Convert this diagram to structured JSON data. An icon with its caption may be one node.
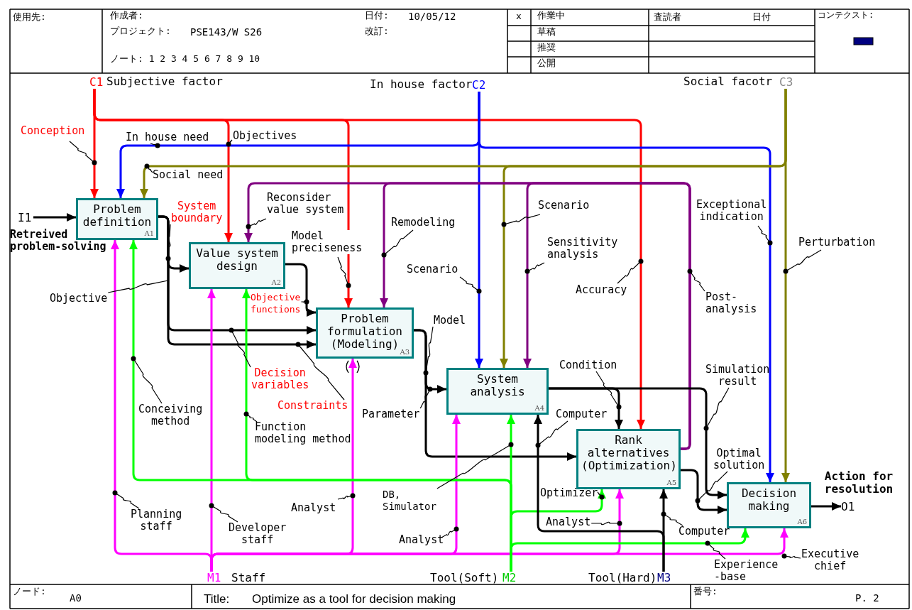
{
  "diagram": {
    "title": "Optimize as a tool for decision making",
    "nodes": [
      {
        "text": [
          "Problem definition",
          "A1"
        ]
      },
      {
        "text": [
          "Value system design",
          "A2"
        ]
      },
      {
        "text": [
          "Problem formulation (Modeling)",
          "A3"
        ]
      },
      {
        "text": [
          "System analysis",
          "A4"
        ]
      },
      {
        "text": [
          "Rank alternatives (Optimization)",
          "A5"
        ]
      },
      {
        "text": [
          "Decision making",
          "A6"
        ]
      },
      {
        "text": [
          "C1"
        ],
        "beside": [
          "Subjective factor"
        ]
      },
      {
        "text": [
          "C2"
        ],
        "beside": [
          "In house factor"
        ]
      },
      {
        "text": [
          "C3"
        ],
        "beside": [
          "Social facotr"
        ]
      },
      {
        "text": [
          "I1"
        ]
      },
      {
        "text": [
          "M1"
        ],
        "beside": [
          "Staff"
        ]
      },
      {
        "text": [
          "M2"
        ],
        "beside": [
          "Tool(Soft)"
        ]
      },
      {
        "text": [
          "M3"
        ],
        "beside": [
          "Tool(Hard)"
        ]
      },
      {
        "text": [
          "O1"
        ],
        "beside": [
          "Action for resolution"
        ]
      },
      {
        "text": [
          "System boundary"
        ]
      },
      {
        "text": [
          "Model"
        ]
      },
      {
        "text": [
          "Post-analysis"
        ]
      },
      {
        "text": [
          "Objective"
        ]
      },
      {
        "text": [
          "Decision variables"
        ]
      },
      {
        "text": [
          "Constraints"
        ]
      },
      {
        "text": [
          "Objective functions"
        ]
      },
      {
        "text": [
          "Parameter"
        ]
      },
      {
        "text": [
          "Analyst"
        ]
      },
      {
        "text": [
          "DB, Simulator"
        ]
      }
    ],
    "edges": [
      {
        "from": 6,
        "to": 0,
        "arrow": "to",
        "label": "Conception",
        "color": "#ff0000"
      },
      {
        "from": 6,
        "to": 1,
        "arrow": "to",
        "label": "Objectives",
        "color": "#ff0000"
      },
      {
        "from": 6,
        "to": 2,
        "arrow": "to",
        "label": "Model preciseness",
        "color": "#ff0000"
      },
      {
        "from": 6,
        "to": 4,
        "arrow": "to",
        "label": "Accuracy",
        "color": "#ff0000"
      },
      {
        "from": 7,
        "to": 0,
        "arrow": "to",
        "label": "In house need",
        "color": "#0000ff"
      },
      {
        "from": 7,
        "to": 3,
        "arrow": "to",
        "label": "Scenario",
        "color": "#0000ff"
      },
      {
        "from": 7,
        "to": 5,
        "arrow": "to",
        "label": "Exceptional indication",
        "color": "#0000ff"
      },
      {
        "from": 8,
        "to": 0,
        "arrow": "to",
        "label": "Social need",
        "color": "#808000"
      },
      {
        "from": 8,
        "to": 3,
        "arrow": "to",
        "label": "Scenario",
        "color": "#808000"
      },
      {
        "from": 8,
        "to": 5,
        "arrow": "to",
        "label": "Perturbation",
        "color": "#808000"
      },
      {
        "from": 4,
        "to": 1,
        "arrow": "to",
        "label": "Reconsider value system",
        "color": "#800080"
      },
      {
        "from": 4,
        "to": 2,
        "arrow": "to",
        "label": "Remodeling",
        "color": "#800080"
      },
      {
        "from": 4,
        "to": 3,
        "arrow": "to",
        "label": "Sensitivity analysis",
        "color": "#800080"
      },
      {
        "from": 9,
        "to": 0,
        "arrow": "to"
      },
      {
        "from": 0,
        "to": 1,
        "arrow": "to"
      },
      {
        "from": 0,
        "to": 2,
        "arrow": "to"
      },
      {
        "from": 0,
        "to": 2,
        "arrow": "to"
      },
      {
        "from": 1,
        "to": 2,
        "arrow": "to"
      },
      {
        "from": 2,
        "to": 3,
        "arrow": "to"
      },
      {
        "from": 2,
        "to": 4,
        "arrow": "to"
      },
      {
        "from": 3,
        "to": 4,
        "arrow": "to",
        "label": "Condition"
      },
      {
        "from": 3,
        "to": 5,
        "arrow": "to",
        "label": "Simulation result"
      },
      {
        "from": 4,
        "to": 5,
        "arrow": "to",
        "label": "Optimal solution"
      },
      {
        "from": 5,
        "to": 13,
        "arrow": "to"
      },
      {
        "from": 10,
        "to": 0,
        "arrow": "to",
        "label": "Planning staff",
        "color": "#ff00ff"
      },
      {
        "from": 10,
        "to": 1,
        "arrow": "to",
        "label": "Developer staff",
        "color": "#ff00ff"
      },
      {
        "from": 10,
        "to": 2,
        "arrow": "to",
        "label": "Analyst",
        "color": "#ff00ff"
      },
      {
        "from": 10,
        "to": 3,
        "arrow": "to",
        "label": "Analyst",
        "color": "#ff00ff"
      },
      {
        "from": 10,
        "to": 4,
        "arrow": "to",
        "color": "#ff00ff"
      },
      {
        "from": 10,
        "to": 5,
        "arrow": "to",
        "label": "Executive chief",
        "color": "#ff00ff"
      },
      {
        "from": 11,
        "to": 0,
        "arrow": "to",
        "label": "Conceiving method",
        "color": "#00ff00"
      },
      {
        "from": 11,
        "to": 1,
        "arrow": "to",
        "label": "Function modeling method",
        "color": "#00ff00"
      },
      {
        "from": 11,
        "to": 3,
        "arrow": "to",
        "color": "#00ff00"
      },
      {
        "from": 11,
        "to": 4,
        "arrow": "to",
        "label": "Optimizer",
        "color": "#00ff00"
      },
      {
        "from": 11,
        "to": 5,
        "arrow": "to",
        "label": "Experience -base",
        "color": "#00ff00"
      },
      {
        "from": 12,
        "to": 3,
        "arrow": "to",
        "label": "Computer"
      },
      {
        "from": 12,
        "to": 4,
        "arrow": "to",
        "label": "Computer"
      },
      {
        "from": 14,
        "to": null,
        "arrow": "other"
      },
      {
        "from": 15,
        "to": null,
        "arrow": "other"
      },
      {
        "from": 16,
        "to": null,
        "arrow": "other"
      },
      {
        "from": 17,
        "to": null,
        "arrow": "none"
      },
      {
        "from": 18,
        "to": null,
        "arrow": "other"
      },
      {
        "from": 19,
        "to": null,
        "arrow": "other"
      },
      {
        "from": 20,
        "to": null,
        "arrow": "other"
      },
      {
        "from": 21,
        "to": null,
        "arrow": "other"
      },
      {
        "from": 22,
        "to": null,
        "arrow": "other"
      },
      {
        "from": 23,
        "to": null,
        "arrow": "other"
      }
    ],
    "labels": [
      "使用先:",
      "作成者:",
      "プロジェクト:",
      "PSE143/W S26",
      "ノート: 1 2 3 4 5 6 7 8 9 10",
      "日付:",
      "10/05/12",
      "改訂:",
      "x",
      "作業中",
      "査読者",
      "日付",
      "コンテクスト:",
      "草稿",
      "推奨",
      "公開",
      "ノード:",
      "A0",
      "Title:",
      "番号:",
      "P. 2",
      "Retreived problem-solving"
    ]
  }
}
